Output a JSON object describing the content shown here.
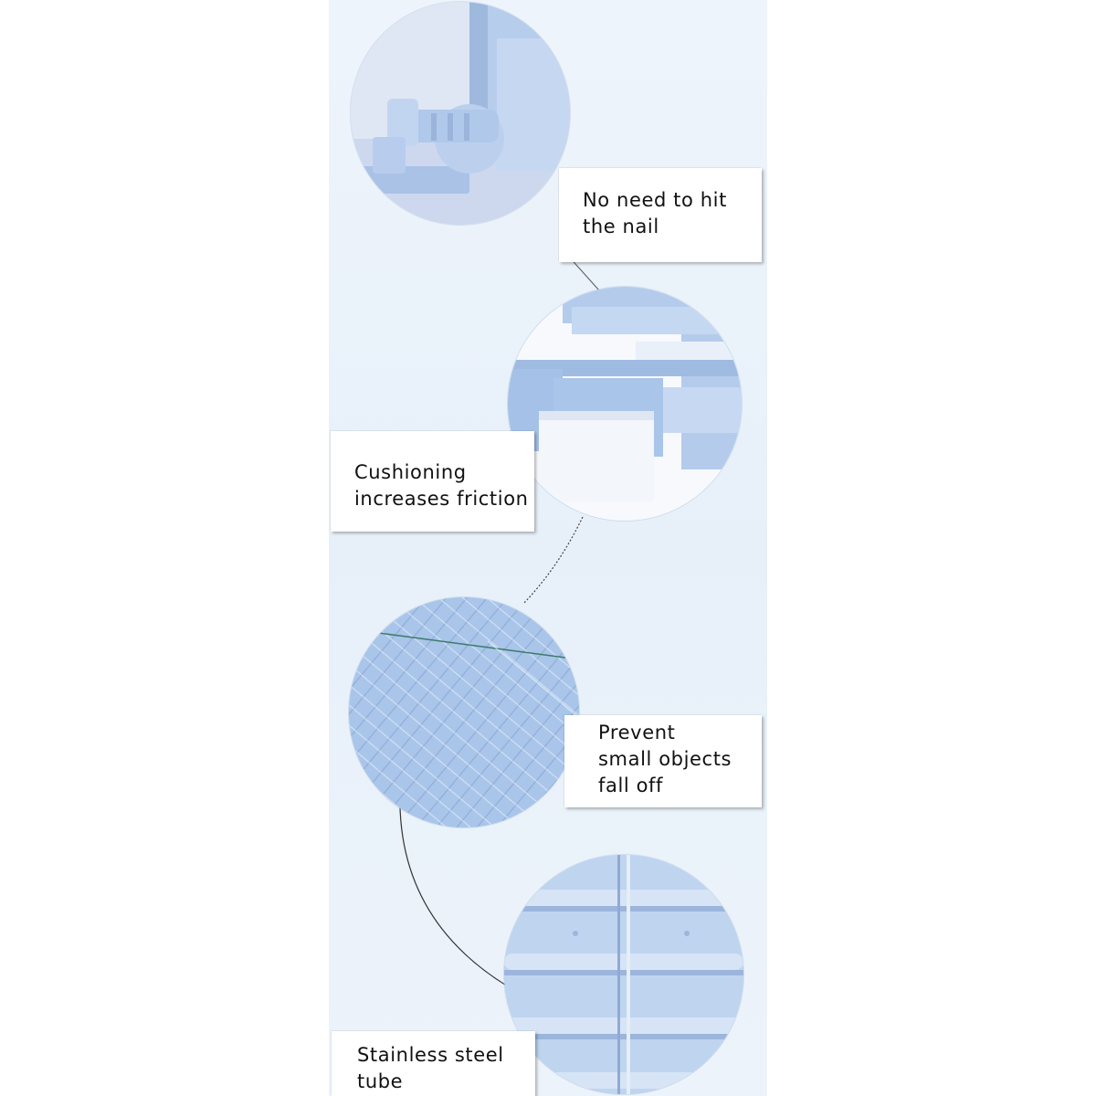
{
  "callouts": [
    {
      "text": "No need to hit\nthe nail"
    },
    {
      "text": "Cushioning\nincreases friction"
    },
    {
      "text": "Prevent\nsmall objects\nfall off"
    },
    {
      "text": "Stainless steel\ntube"
    }
  ],
  "colors": {
    "product_blue": "#a9c5ea",
    "panel_background": "#eaf2fa",
    "callout_background": "#ffffff",
    "text": "#111111"
  }
}
